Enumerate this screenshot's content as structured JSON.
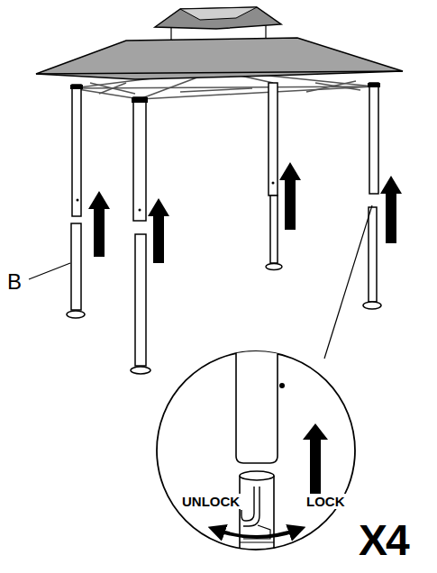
{
  "diagram": {
    "labels": [
      "B",
      "UNLOCK",
      "LOCK",
      "X4"
    ]
  }
}
